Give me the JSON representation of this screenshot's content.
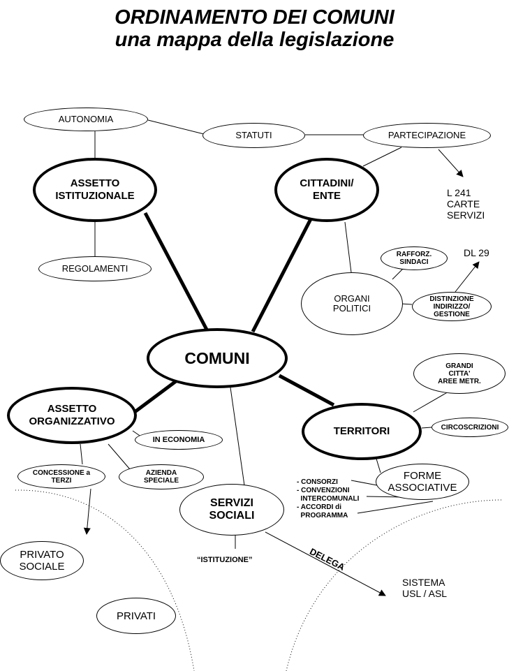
{
  "title": {
    "line1": "ORDINAMENTO DEI COMUNI",
    "line2": "una mappa della legislazione"
  },
  "nodes": {
    "autonomia": "AUTONOMIA",
    "statuti": "STATUTI",
    "partecipazione": "PARTECIPAZIONE",
    "assetto_istituzionale": "ASSETTO\nISTITUZIONALE",
    "cittadini_ente": "CITTADINI/\nENTE",
    "regolamenti": "REGOLAMENTI",
    "rafforz_sindaci": "RAFFORZ.\nSINDACI",
    "organi_politici": "ORGANI\nPOLITICI",
    "distinzione": "DISTINZIONE\nINDIRIZZO/\nGESTIONE",
    "comuni": "COMUNI",
    "grandi_citta": "GRANDI\nCITTA'\nAREE METR.",
    "assetto_organizzativo": "ASSETTO\nORGANIZZATIVO",
    "circoscrizioni": "CIRCOSCRIZIONI",
    "territori": "TERRITORI",
    "in_economia": "IN ECONOMIA",
    "concessione": "CONCESSIONE a\nTERZI",
    "azienda_speciale": "AZIENDA\nSPECIALE",
    "forme_associative": "FORME\nASSOCIATIVE",
    "servizi_sociali": "SERVIZI\nSOCIALI",
    "privato_sociale": "PRIVATO\nSOCIALE",
    "privati": "PRIVATI"
  },
  "labels": {
    "l241": "L 241\nCARTE\nSERVIZI",
    "dl29": "DL 29",
    "forme_list": "- CONSORZI\n- CONVENZIONI\n  INTERCOMUNALI\n- ACCORDI di\n  PROGRAMMA",
    "istituzione": "“ISTITUZIONE”",
    "delega": "DELEGA",
    "sistema_usl": "SISTEMA\nUSL / ASL"
  }
}
